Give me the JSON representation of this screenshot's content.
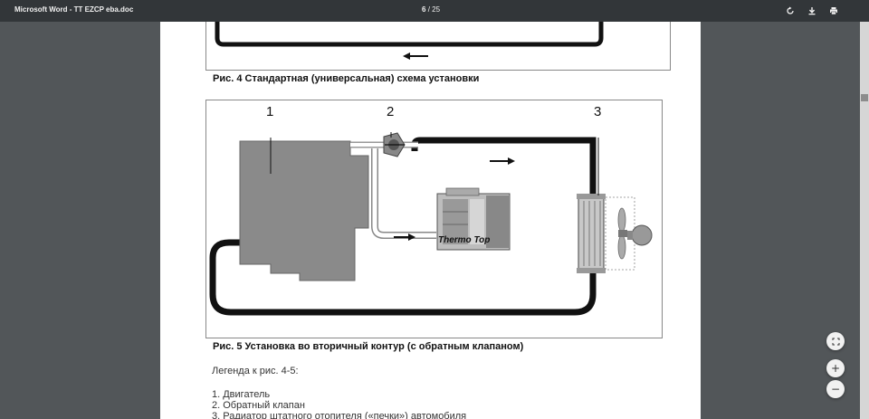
{
  "toolbar": {
    "title": "Microsoft Word - TT EZCP eba.doc",
    "current_page": "6",
    "separator": "/",
    "total_pages": "25",
    "icons": [
      "rotate-icon",
      "download-icon",
      "print-icon"
    ]
  },
  "page": {
    "caption_fig4": "Рис. 4 Стандартная (универсальная) схема установки",
    "caption_fig5": "Рис. 5 Установка во вторичный контур (с обратным клапаном)",
    "legend_title": "Легенда к рис. 4-5:",
    "legend_items": [
      "1.   Двигатель",
      "2.   Обратный клапан",
      "3.   Радиатор штатного отопителя («печки») автомобиля"
    ]
  },
  "figure5": {
    "label_1": "1",
    "label_2": "2",
    "label_3": "3",
    "heater_label": "Thermo Top"
  },
  "zoom_controls": {
    "fit_icon": "fit-page-icon",
    "zoom_in": "+",
    "zoom_out": "−"
  },
  "colors": {
    "toolbar_bg": "#323639",
    "viewer_bg": "#525659"
  }
}
